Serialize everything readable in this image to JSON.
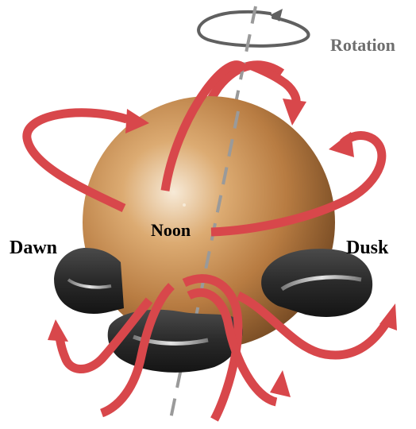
{
  "labels": {
    "rotation": "Rotation",
    "dawn": "Dawn",
    "dusk": "Dusk",
    "noon": "Noon"
  },
  "colors": {
    "flow_arrow": "#d8474b",
    "planet_light": "#f7ead7",
    "planet_mid": "#c48a4c",
    "planet_dark": "#7e4f25",
    "ring_belt": "#2d2d2d",
    "axis": "#9a9a9a",
    "rotation_arrow": "#606060"
  }
}
